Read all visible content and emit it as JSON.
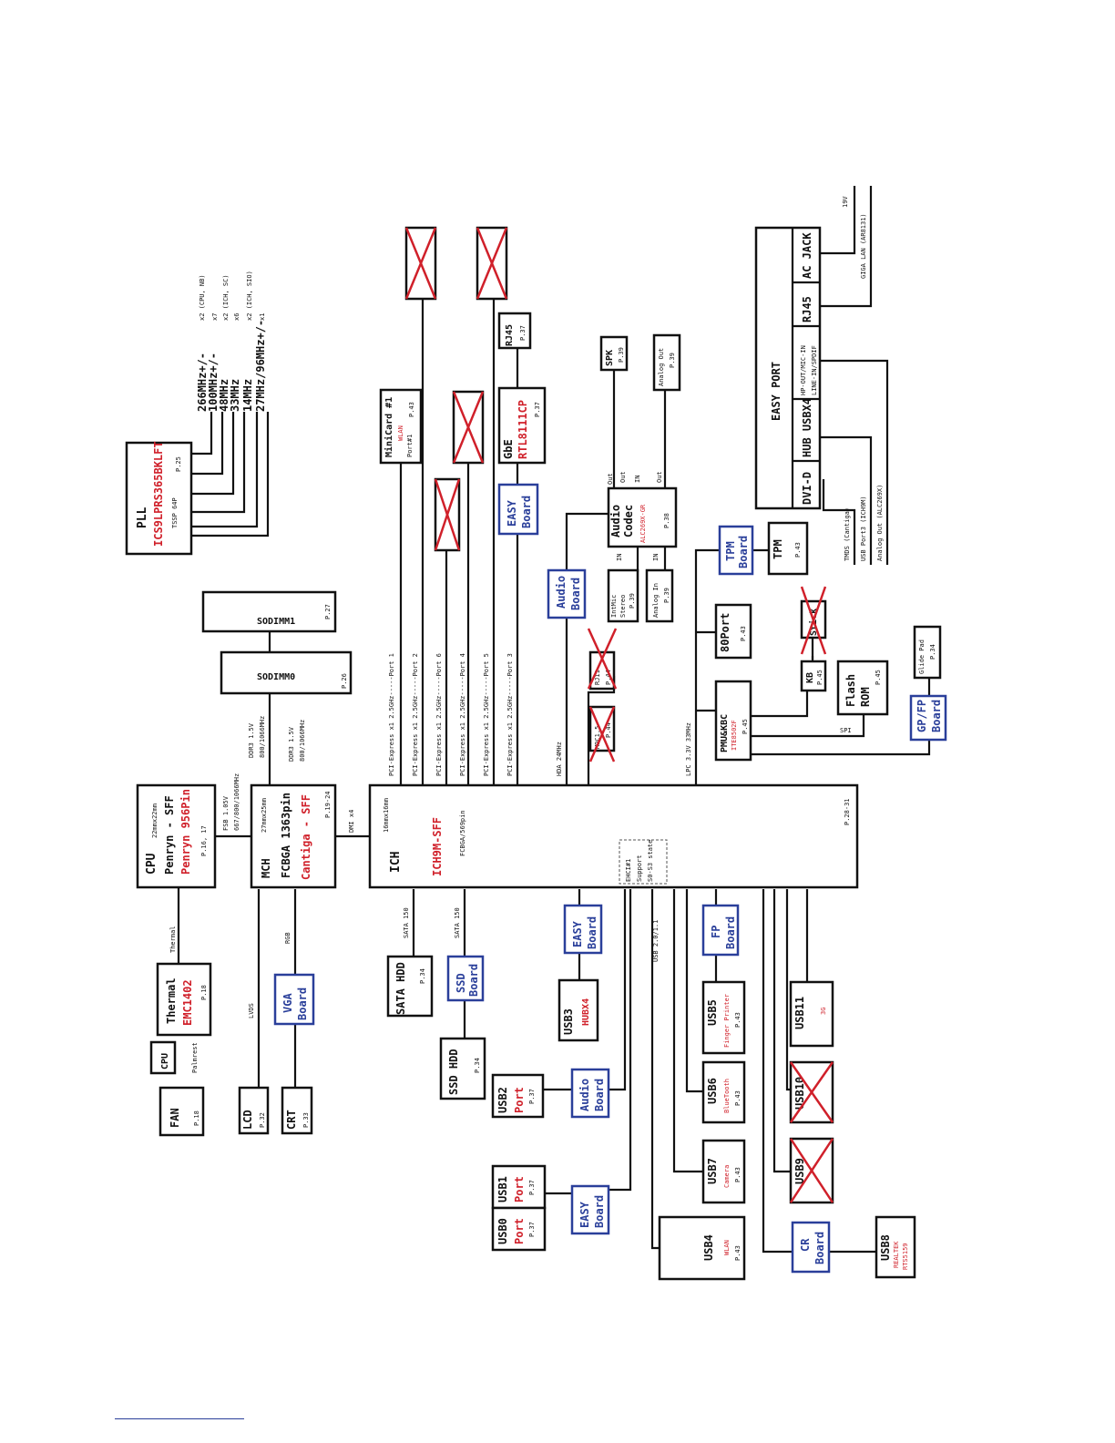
{
  "pll": {
    "title": "PLL",
    "part": "ICS9LPRS365BKLFT",
    "pkg": "TSSP 64P",
    "page": "P.25",
    "clocks": [
      "266MHz+/-",
      "100MHz+/-",
      "48MHz",
      "33MHz",
      "14MHz",
      "27MHz/96MHz+/-"
    ],
    "counts": [
      "x2 (CPU, NB)",
      "x7",
      "x2 (ICH, SC)",
      "x6",
      "x2 (ICH, SIO)",
      "x1"
    ]
  },
  "sodimm1": {
    "label": "SODIMM1",
    "page": "P.27"
  },
  "sodimm0": {
    "label": "SODIMM0",
    "page": "P.26"
  },
  "cpu": {
    "title": "CPU",
    "size": "22mmx22mm",
    "name": "Penryn - SFF",
    "part": "Penryn 956Pin",
    "page": "P.16, 17"
  },
  "mch": {
    "title": "MCH",
    "size": "27mmx25mm",
    "pkg": "FCBGA 1363pin",
    "part": "Cantiga - SFF",
    "page": "P.19-24"
  },
  "ich": {
    "title": "ICH",
    "size": "16mmx16mm",
    "part": "ICH9M-SFF",
    "pkg": "FCBGA/569pin",
    "page": "P.28-31"
  },
  "ehci": {
    "l1": "EHCI#1",
    "l2": "Support",
    "l3": "S0-S3 state"
  },
  "buses": {
    "fsb": "FSB 1.05V",
    "fsb_speed": "667/800/1066MHz",
    "ddr_a": "DDR3 1.5V",
    "ddr_a_speed": "800/1066MHz",
    "ddr_b": "DDR3 1.5V",
    "ddr_b_speed": "800/1066MHz",
    "dmi": "DMI x4",
    "thermal": "Thermal",
    "lvds": "LVDS",
    "rgb": "RGB",
    "sata1": "SATA 150",
    "sata2": "SATA 150",
    "usb": "USB 2.0/1.1",
    "hda": "HDA 24MHz",
    "lpc": "LPC 3.3V 33MHz",
    "spi": "SPI",
    "pcie": [
      "PCI-Express x1 2.5GHz-----Port 1",
      "PCI-Express x1 2.5GHz-----Port 2",
      "PCI-Express x1 2.5GHz-----Port 6",
      "PCI-Express x1 2.5GHz-----Port 4",
      "PCI-Express x1 2.5GHz-----Port 5",
      "PCI-Express x1 2.5GHz-----Port 3"
    ]
  },
  "thermal_chip": {
    "title": "Thermal",
    "part": "EMC1402",
    "page": "P.18"
  },
  "cpu_sense": {
    "label": "CPU"
  },
  "palmrest": {
    "label": "Palmrest"
  },
  "fan": {
    "label": "FAN",
    "page": "P.18"
  },
  "lcd": {
    "label": "LCD",
    "page": "P.32"
  },
  "crt": {
    "label": "CRT",
    "page": "P.33"
  },
  "vga_board": {
    "l1": "VGA",
    "l2": "Board"
  },
  "sata_hdd": {
    "label": "SATA HDD",
    "page": "P.34"
  },
  "ssd_board": {
    "l1": "SSD",
    "l2": "Board"
  },
  "ssd_hdd": {
    "label": "SSD HDD",
    "page": "P.34"
  },
  "easy_board_usb3": {
    "l1": "EASY",
    "l2": "Board"
  },
  "usb3": {
    "label": "USB3",
    "sub": "HUBX4"
  },
  "audio_board_usb2": {
    "l1": "Audio",
    "l2": "Board"
  },
  "usb2": {
    "label": "USB2",
    "sub": "Port",
    "page": "P.37"
  },
  "easy_board_usb01": {
    "l1": "EASY",
    "l2": "Board"
  },
  "usb1": {
    "label": "USB1",
    "sub": "Port",
    "page": "P.37"
  },
  "usb0": {
    "label": "USB0",
    "sub": "Port",
    "page": "P.37"
  },
  "fp_board": {
    "l1": "FP",
    "l2": "Board"
  },
  "usb5": {
    "label": "USB5",
    "sub": "Finger Printer",
    "page": "P.43"
  },
  "usb6": {
    "label": "USB6",
    "sub": "BlueTooth",
    "page": "P.43"
  },
  "usb7": {
    "label": "USB7",
    "sub": "Camera",
    "page": "P.43"
  },
  "usb4": {
    "label": "USB4",
    "sub": "WLAN",
    "page": "P.43"
  },
  "usb11": {
    "label": "USB11",
    "sub": "3G"
  },
  "usb10": {
    "label": "USB10"
  },
  "usb9": {
    "label": "USB9"
  },
  "cr_board": {
    "l1": "CR",
    "l2": "Board"
  },
  "usb8": {
    "label": "USB8",
    "sub1": "REALTEK",
    "sub2": "RTS5159"
  },
  "minicard": {
    "title": "MiniCard #1",
    "sub": "WLAN",
    "port": "Port#1",
    "page": "P.43"
  },
  "gbe": {
    "title": "GbE",
    "part": "RTL8111CP",
    "page": "P.37"
  },
  "rj45": {
    "label": "RJ45",
    "page": "P.37"
  },
  "easy_board_gbe": {
    "l1": "EASY",
    "l2": "Board"
  },
  "audio_codec": {
    "l1": "Audio",
    "l2": "Codec",
    "part": "ALC269X-GR",
    "page": "P.38",
    "out1": "Out",
    "out2": "Out",
    "out3": "Out",
    "in1": "IN",
    "in2": "IN",
    "in3": "IN"
  },
  "audio_board_codec": {
    "l1": "Audio",
    "l2": "Board"
  },
  "spk": {
    "label": "SPK",
    "page": "P.39"
  },
  "analog_out": {
    "label": "Analog Out",
    "page": "P.39"
  },
  "intmic": {
    "l1": "IntMic",
    "l2": "Stereo",
    "page": "P.39"
  },
  "analog_in": {
    "label": "Analog In",
    "page": "P.39"
  },
  "mdc": {
    "label": "MDC1.5",
    "page": "P.44"
  },
  "rj11": {
    "label": "RJ11",
    "page": "P.44"
  },
  "easy_port": {
    "title": "EASY PORT",
    "dvi": "DVI-D",
    "hub": "HUB USBX4",
    "hp": "HP-OUT/MIC-IN",
    "line": "LINE-IN/SPDIF",
    "rj45": "RJ45",
    "ac": "AC JACK",
    "feed1": "TMDS (Cantiga)",
    "feed2": "USB Port3 (ICH9M)",
    "feed3": "Analog Out (ALC269X)",
    "feed4": "GIGA LAN (AR8131)",
    "feed5": "19V"
  },
  "tpm_board": {
    "l1": "TPM",
    "l2": "Board"
  },
  "tpm": {
    "label": "TPM",
    "page": "P.43"
  },
  "port80": {
    "label": "80Port",
    "page": "P.43"
  },
  "kbc": {
    "title": "PMU&KBC",
    "part": "ITE8502F",
    "page": "P.45"
  },
  "stick": {
    "label": "Stick"
  },
  "kb": {
    "label": "KB",
    "page": "P.45"
  },
  "flash": {
    "l1": "Flash",
    "l2": "ROM",
    "page": "P.45"
  },
  "gpfp_board": {
    "l1": "GP/FP",
    "l2": "Board"
  },
  "glide_pad": {
    "label": "Glide Pad",
    "page": "P.34"
  }
}
